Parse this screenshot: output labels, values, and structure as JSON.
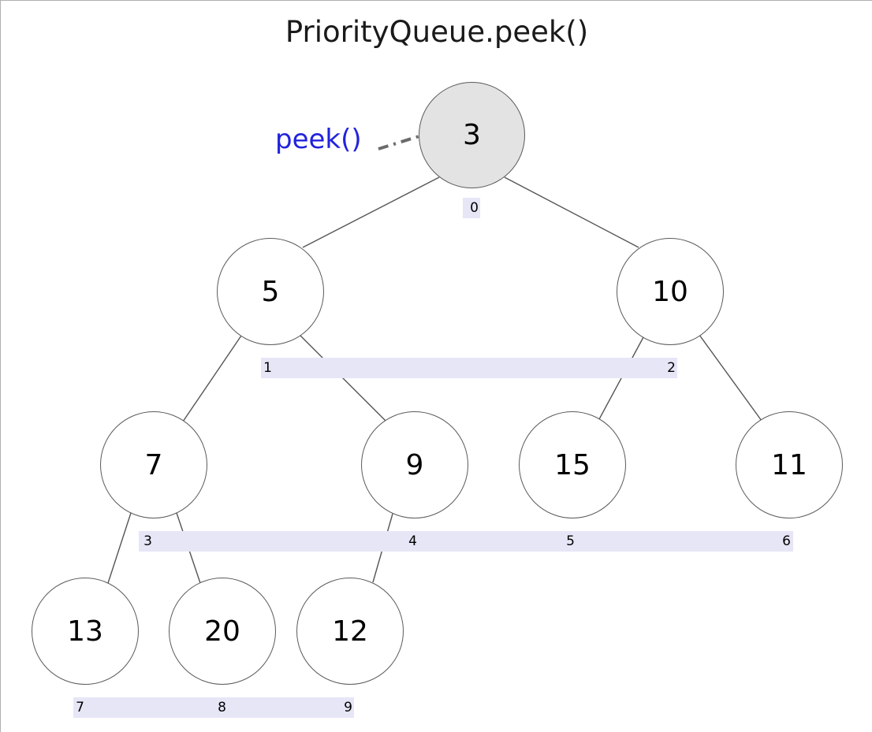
{
  "title": "PriorityQueue.peek()",
  "annotation": {
    "label": "peek()",
    "color": "#2222dd",
    "target_node_value": "3",
    "arrow_style": "dash-dot"
  },
  "colors": {
    "node_fill": "#ffffff",
    "node_highlight_fill": "#e3e3e3",
    "node_stroke": "#5a5a5a",
    "edge_stroke": "#555555",
    "index_band": "#e6e6f7",
    "arrow": "#6b6b6b",
    "text": "#000000",
    "accent": "#2222dd"
  },
  "heap": {
    "array": [
      "3",
      "5",
      "10",
      "7",
      "9",
      "15",
      "11",
      "13",
      "20",
      "12"
    ],
    "indices": [
      "0",
      "1",
      "2",
      "3",
      "4",
      "5",
      "6",
      "7",
      "8",
      "9"
    ],
    "levels": [
      {
        "level": 0,
        "nodes": [
          {
            "value": "3",
            "index": "0",
            "highlighted": true
          }
        ]
      },
      {
        "level": 1,
        "nodes": [
          {
            "value": "5",
            "index": "1",
            "highlighted": false
          },
          {
            "value": "10",
            "index": "2",
            "highlighted": false
          }
        ]
      },
      {
        "level": 2,
        "nodes": [
          {
            "value": "7",
            "index": "3",
            "highlighted": false
          },
          {
            "value": "9",
            "index": "4",
            "highlighted": false
          },
          {
            "value": "15",
            "index": "5",
            "highlighted": false
          },
          {
            "value": "11",
            "index": "6",
            "highlighted": false
          }
        ]
      },
      {
        "level": 3,
        "nodes": [
          {
            "value": "13",
            "index": "7",
            "highlighted": false
          },
          {
            "value": "20",
            "index": "8",
            "highlighted": false
          },
          {
            "value": "12",
            "index": "9",
            "highlighted": false
          }
        ]
      }
    ],
    "node_values": {
      "n0": "3",
      "n1": "5",
      "n2": "10",
      "n3": "7",
      "n4": "9",
      "n5": "15",
      "n6": "11",
      "n7": "13",
      "n8": "20",
      "n9": "12"
    },
    "index_labels": {
      "i0": "0",
      "i1": "1",
      "i2": "2",
      "i3": "3",
      "i4": "4",
      "i5": "5",
      "i6": "6",
      "i7": "7",
      "i8": "8",
      "i9": "9"
    }
  }
}
